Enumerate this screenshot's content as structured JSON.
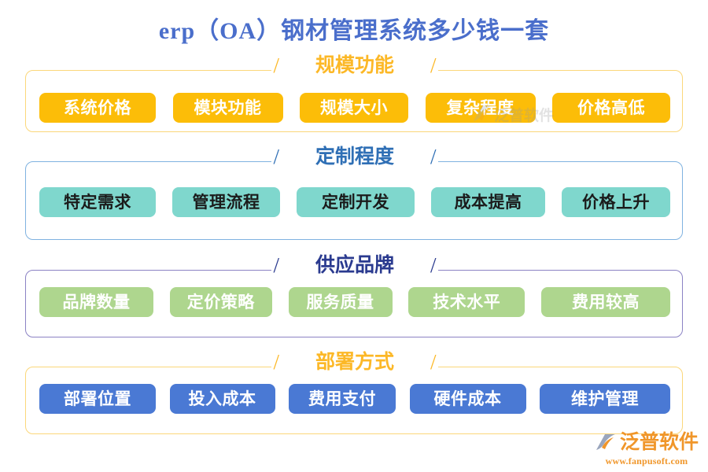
{
  "page": {
    "title": "erp（OA）钢材管理系统多少钱一套",
    "title_color": "#4a6ecb",
    "background": "#ffffff"
  },
  "watermark": {
    "center_text": "泛普软件",
    "brand_name": "泛普软件",
    "brand_url": "www.fanpusoft.com",
    "brand_color": "#f0962a",
    "logo_icon": "fanpu-swoosh-logo-icon"
  },
  "decor": {
    "slash": "/"
  },
  "sections": [
    {
      "id": "scale-function",
      "header": "规模功能",
      "header_color": "#fcb827",
      "frame_color": "#fbd77a",
      "pill_bg": "#fcbd08",
      "pill_text_color": "#ffffff",
      "items": [
        "系统价格",
        "模块功能",
        "规模大小",
        "复杂程度",
        "价格高低"
      ]
    },
    {
      "id": "customization-degree",
      "header": "定制程度",
      "header_color": "#2f6fb5",
      "frame_color": "#7fb2e0",
      "pill_bg": "#7fd7cd",
      "pill_text_color": "#1b1b1b",
      "items": [
        "特定需求",
        "管理流程",
        "定制开发",
        "成本提高",
        "价格上升"
      ]
    },
    {
      "id": "supply-brand",
      "header": "供应品牌",
      "header_color": "#2a3a8f",
      "frame_color": "#8b82c4",
      "pill_bg": "#aed68e",
      "pill_text_color": "#ffffff",
      "items": [
        "品牌数量",
        "定价策略",
        "服务质量",
        "技术水平",
        "费用较高"
      ]
    },
    {
      "id": "deployment-method",
      "header": "部署方式",
      "header_color": "#fcb827",
      "frame_color": "#fbd77a",
      "pill_bg": "#4a79d4",
      "pill_text_color": "#ffffff",
      "items": [
        "部署位置",
        "投入成本",
        "费用支付",
        "硬件成本",
        "维护管理"
      ]
    }
  ]
}
